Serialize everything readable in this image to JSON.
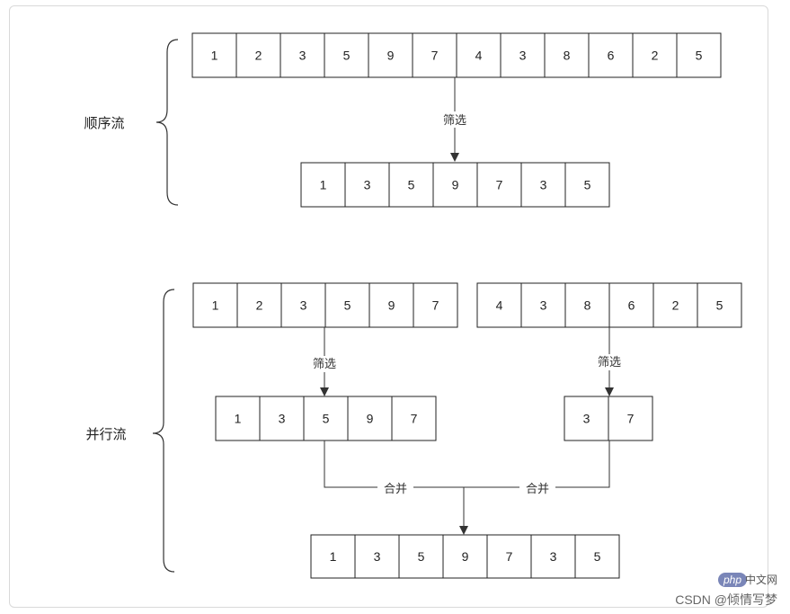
{
  "sections": {
    "sequential": {
      "label": "顺序流"
    },
    "parallel": {
      "label": "并行流"
    }
  },
  "edge_labels": {
    "filter": "筛选",
    "merge": "合并"
  },
  "arrays": {
    "seq_source": [
      "1",
      "2",
      "3",
      "5",
      "9",
      "7",
      "4",
      "3",
      "8",
      "6",
      "2",
      "5"
    ],
    "seq_result": [
      "1",
      "3",
      "5",
      "9",
      "7",
      "3",
      "5"
    ],
    "par_left_source": [
      "1",
      "2",
      "3",
      "5",
      "9",
      "7"
    ],
    "par_right_source": [
      "4",
      "3",
      "8",
      "6",
      "2",
      "5"
    ],
    "par_left_filtered": [
      "1",
      "3",
      "5",
      "9",
      "7"
    ],
    "par_right_filtered": [
      "3",
      "7"
    ],
    "par_result": [
      "1",
      "3",
      "5",
      "9",
      "7",
      "3",
      "5"
    ]
  },
  "watermark": {
    "site": "CSDN @倾情写梦",
    "badge": "php",
    "badge_text": "中文网"
  },
  "colors": {
    "stroke": "#222222",
    "background": "#ffffff"
  }
}
